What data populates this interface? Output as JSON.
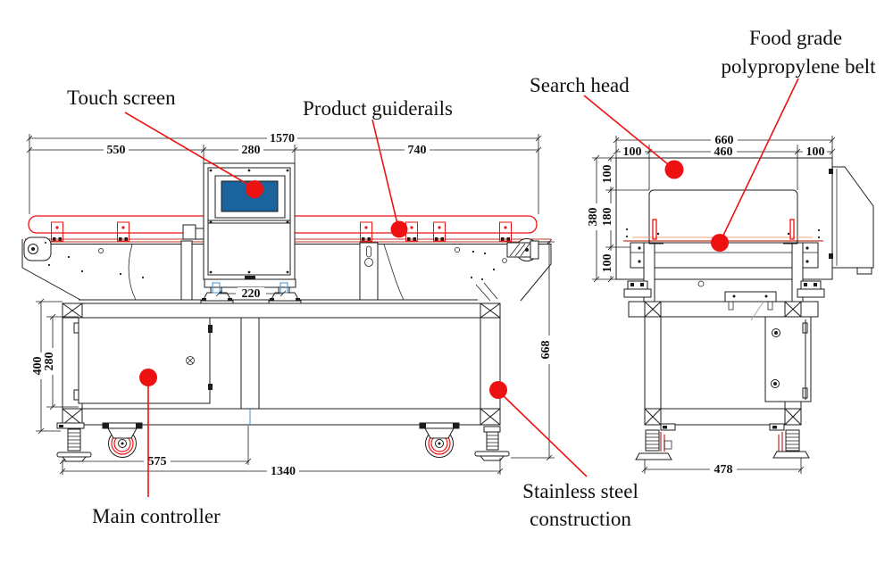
{
  "labels": {
    "touch_screen": "Touch screen",
    "product_guiderails": "Product guiderails",
    "search_head": "Search head",
    "food_grade_line1": "Food grade",
    "food_grade_line2": "polypropylene belt",
    "main_controller": "Main controller",
    "stainless_line1": "Stainless steel",
    "stainless_line2": "construction"
  },
  "front_view": {
    "dims": {
      "overall_length": "1570",
      "infeed_length": "550",
      "head_width": "280",
      "outfeed_length": "740",
      "head_feet_spacing": "220",
      "frame_height": "400",
      "door_height": "280",
      "belt_height": "668",
      "foot_to_divider": "575",
      "base_length": "1340"
    }
  },
  "side_view": {
    "dims": {
      "overall_width": "660",
      "left_margin": "100",
      "aperture_width": "460",
      "right_margin": "100",
      "top_margin": "100",
      "head_height": "380",
      "aperture_height": "180",
      "bottom_margin": "100",
      "base_width": "478"
    }
  },
  "colors": {
    "callout_red": "#ee1111",
    "belt_red": "#c03a28",
    "screen_blue": "#1b639c",
    "accent_blue": "#3f8fd0",
    "line_black": "#1c1c1c"
  }
}
